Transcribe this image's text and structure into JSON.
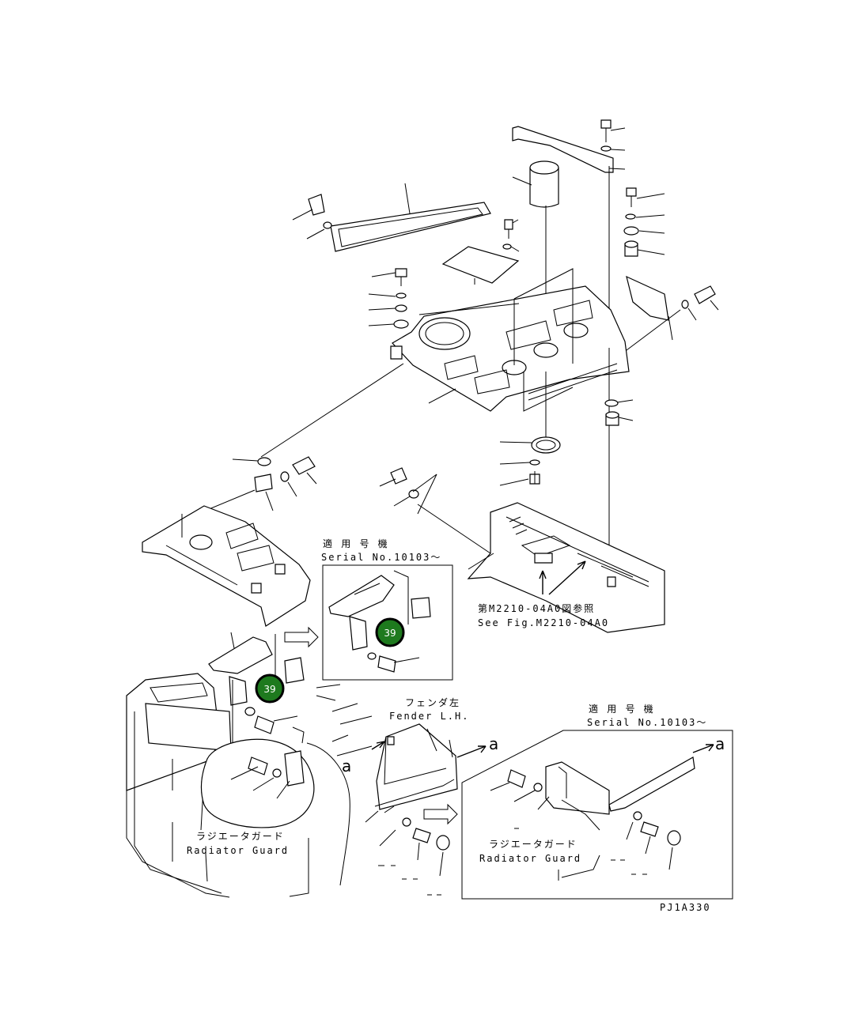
{
  "diagram": {
    "code": "PJ1A330",
    "serial_note_jp": "適 用 号 機",
    "serial_note_en": "Serial No.10103～",
    "reference_jp": "第M2210-04A0図参照",
    "reference_en": "See Fig.M2210-04A0",
    "fender_jp": "フェンダ左",
    "fender_en": "Fender L.H.",
    "radiator_guard_jp": "ラジエータガード",
    "radiator_guard_en": "Radiator Guard",
    "marker_a": "a"
  },
  "badges": [
    {
      "label": "39"
    },
    {
      "label": "39"
    }
  ],
  "colors": {
    "badge_fill": "#1e7a1e",
    "line": "#000000",
    "background": "#ffffff"
  }
}
